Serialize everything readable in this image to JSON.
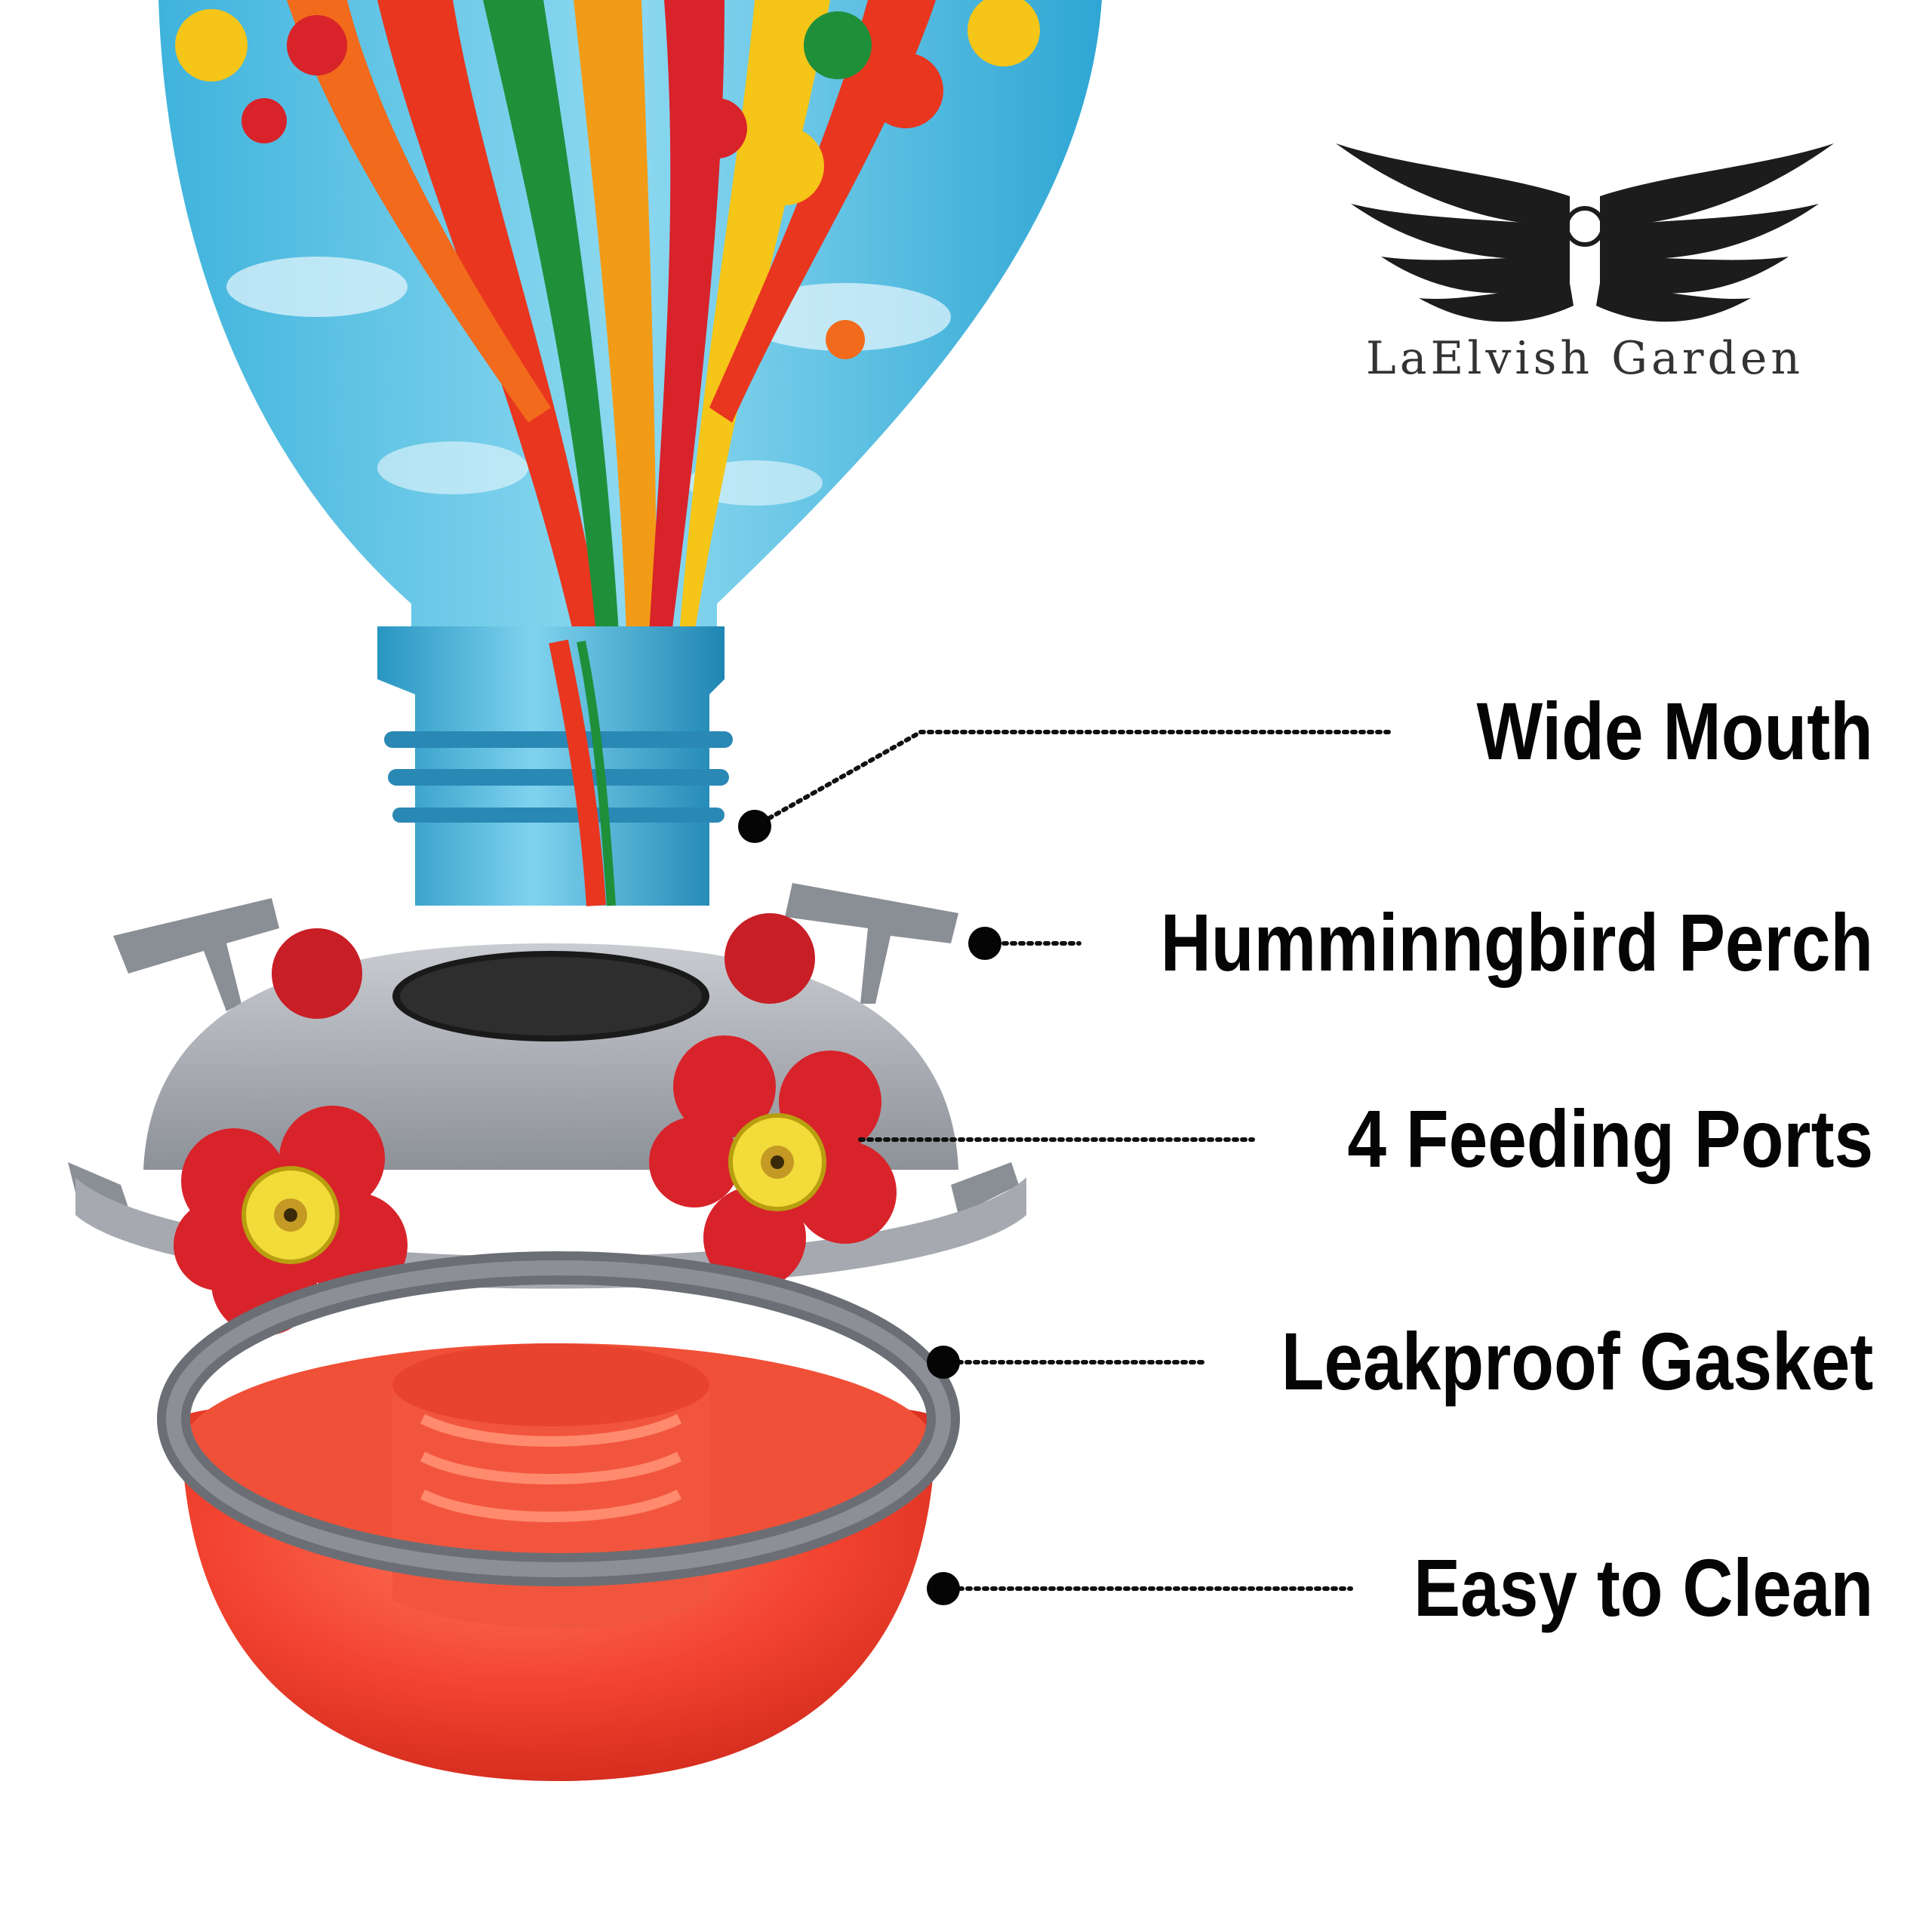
{
  "brand": {
    "name": "LaElvish Garden",
    "logo_icon": "wings-halo-icon"
  },
  "features": [
    {
      "label": "Wide  Mouth"
    },
    {
      "label": "Humminngbird  Perch"
    },
    {
      "label": "4  Feeding  Ports"
    },
    {
      "label": "Leakproof  Gasket"
    },
    {
      "label": "Easy  to Clean"
    }
  ],
  "colors": {
    "glass_blue": "#58c4e4",
    "feeder_red": "#ee3a2c",
    "metal_grey": "#9ea3aa",
    "flower_red": "#d8232a",
    "port_yellow": "#f2dc3a",
    "text": "#050505"
  }
}
